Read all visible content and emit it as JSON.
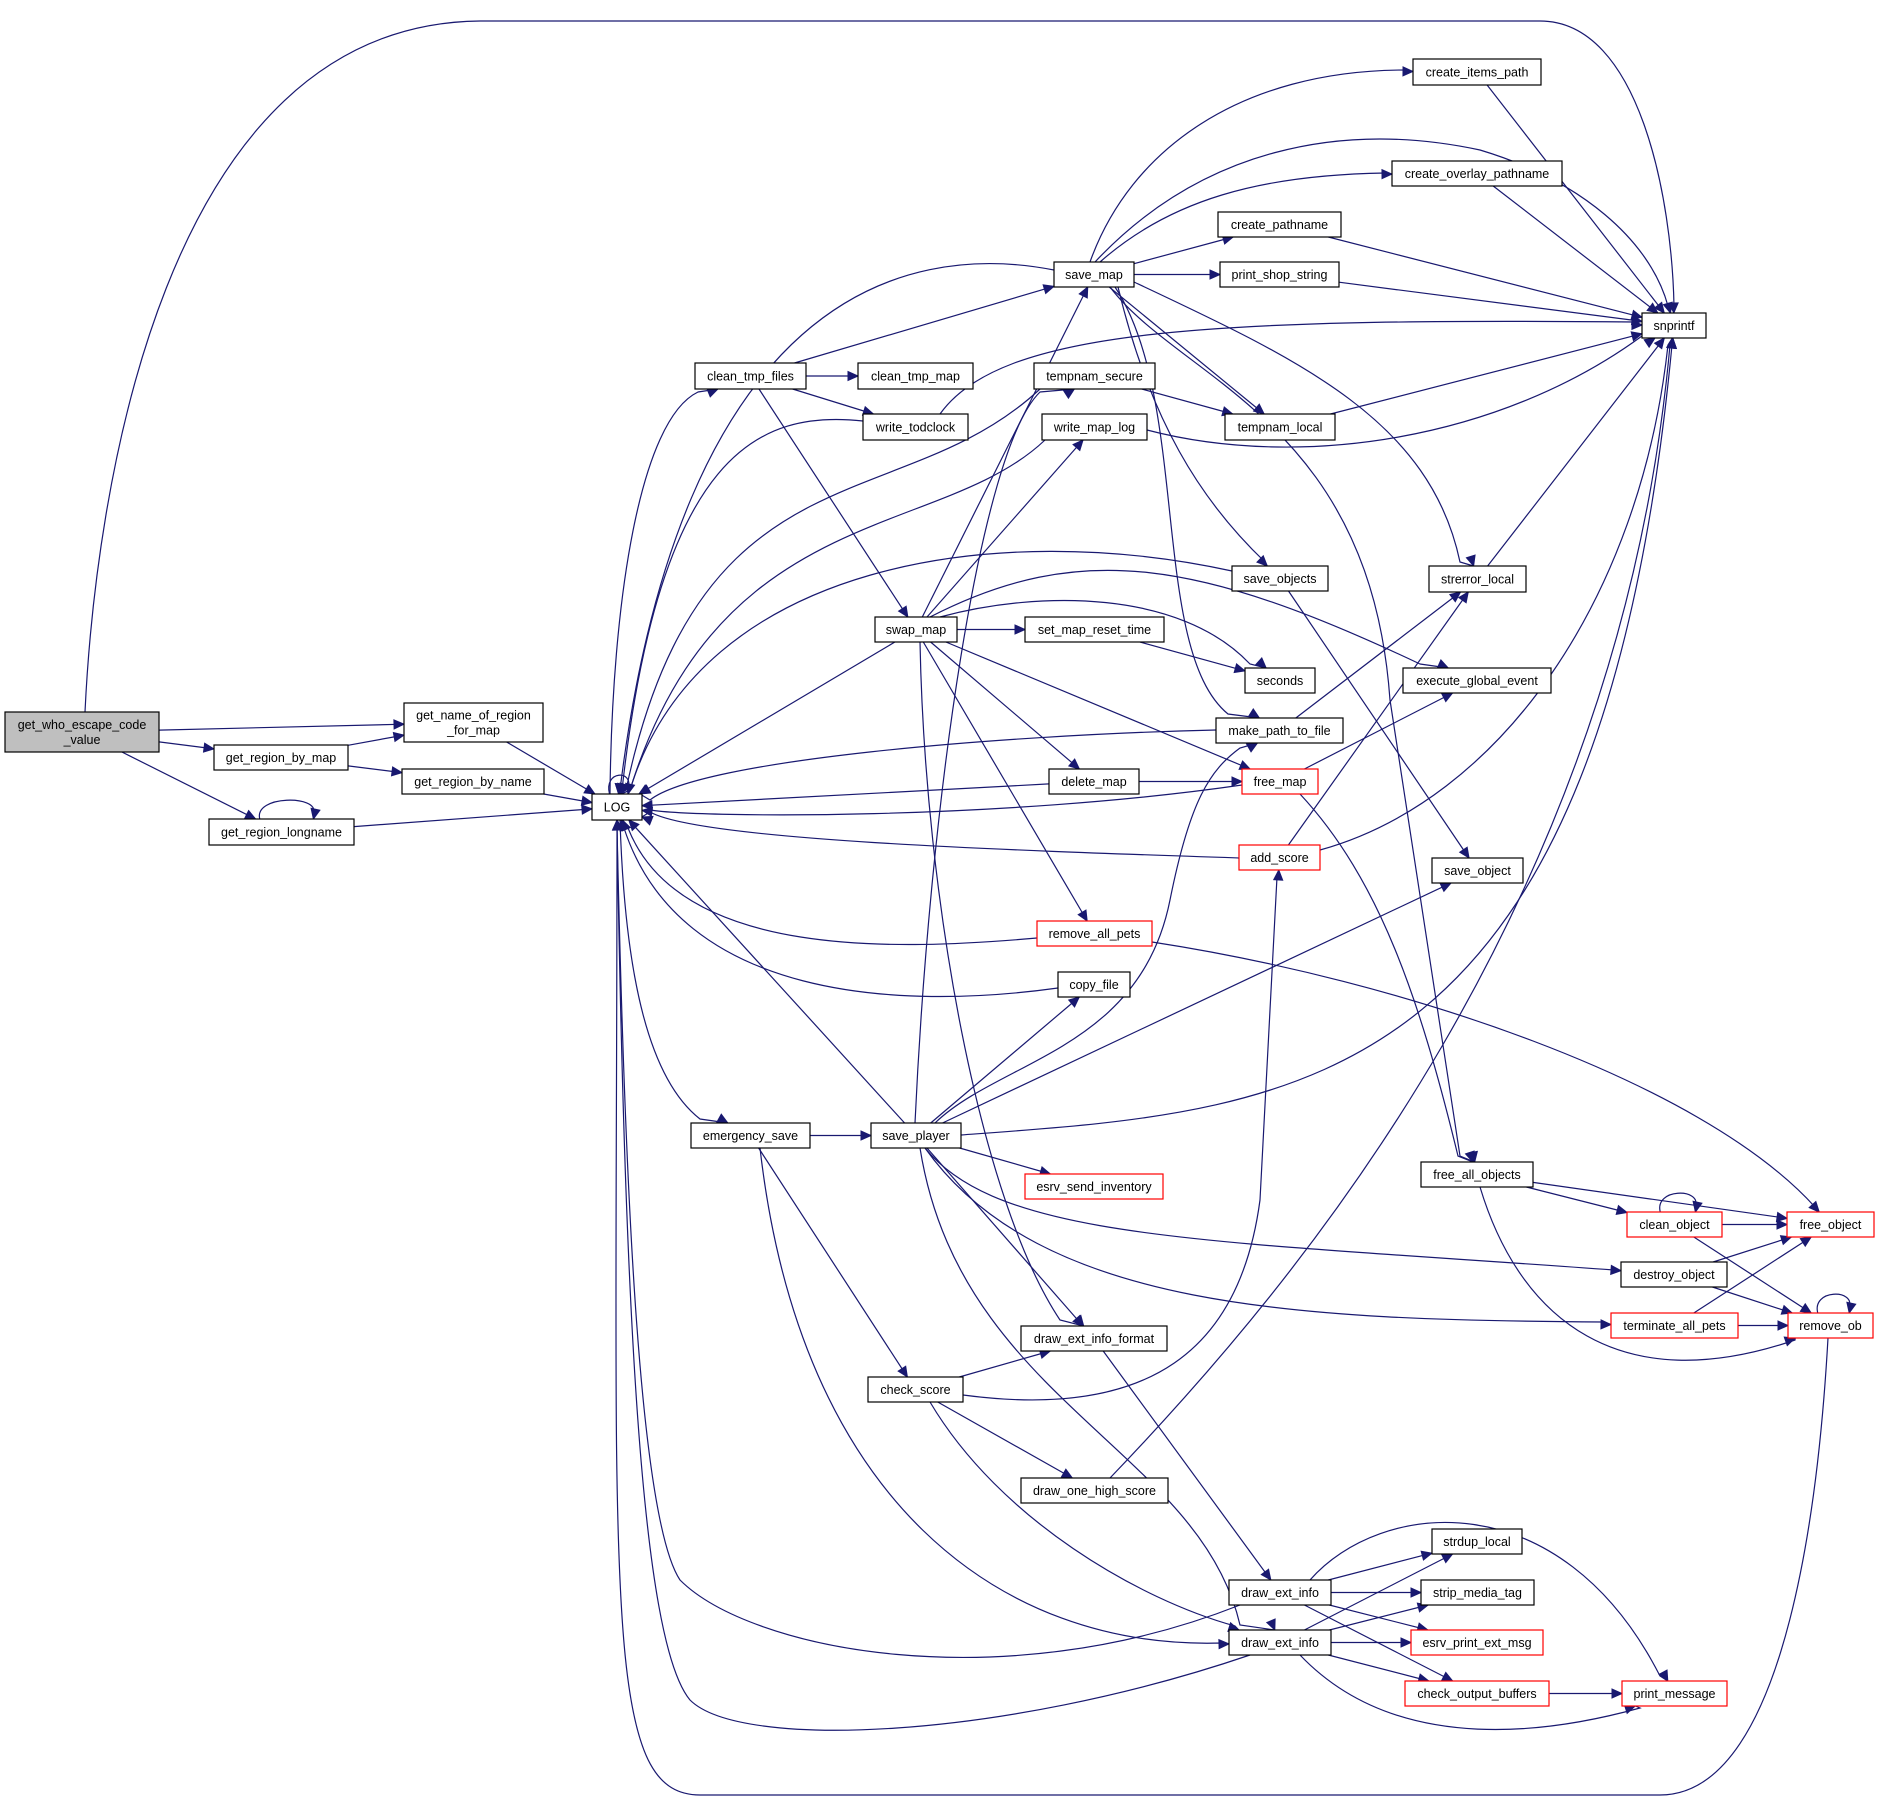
{
  "diagram": {
    "type": "call-graph",
    "root": "get_who_escape_code_value",
    "colors": {
      "edge": "#191970",
      "node_border": "#000000",
      "node_border_truncated": "#ff0000",
      "root_fill": "#bfbfbf",
      "node_fill": "#ffffff"
    },
    "nodes": [
      {
        "id": "get_who_escape_code_value",
        "lines": [
          "get_who_escape_code",
          "_value"
        ],
        "style": "root"
      },
      {
        "id": "get_name_of_region_for_map",
        "lines": [
          "get_name_of_region",
          "_for_map"
        ],
        "style": "normal"
      },
      {
        "id": "get_region_by_map",
        "lines": [
          "get_region_by_map"
        ],
        "style": "normal"
      },
      {
        "id": "get_region_by_name",
        "lines": [
          "get_region_by_name"
        ],
        "style": "normal"
      },
      {
        "id": "get_region_longname",
        "lines": [
          "get_region_longname"
        ],
        "style": "normal"
      },
      {
        "id": "LOG",
        "lines": [
          "LOG"
        ],
        "style": "normal"
      },
      {
        "id": "clean_tmp_files",
        "lines": [
          "clean_tmp_files"
        ],
        "style": "normal"
      },
      {
        "id": "clean_tmp_map",
        "lines": [
          "clean_tmp_map"
        ],
        "style": "normal"
      },
      {
        "id": "write_todclock",
        "lines": [
          "write_todclock"
        ],
        "style": "normal"
      },
      {
        "id": "save_map",
        "lines": [
          "save_map"
        ],
        "style": "normal"
      },
      {
        "id": "tempnam_secure",
        "lines": [
          "tempnam_secure"
        ],
        "style": "normal"
      },
      {
        "id": "write_map_log",
        "lines": [
          "write_map_log"
        ],
        "style": "normal"
      },
      {
        "id": "swap_map",
        "lines": [
          "swap_map"
        ],
        "style": "normal"
      },
      {
        "id": "set_map_reset_time",
        "lines": [
          "set_map_reset_time"
        ],
        "style": "normal"
      },
      {
        "id": "delete_map",
        "lines": [
          "delete_map"
        ],
        "style": "normal"
      },
      {
        "id": "remove_all_pets",
        "lines": [
          "remove_all_pets"
        ],
        "style": "truncated"
      },
      {
        "id": "copy_file",
        "lines": [
          "copy_file"
        ],
        "style": "normal"
      },
      {
        "id": "emergency_save",
        "lines": [
          "emergency_save"
        ],
        "style": "normal"
      },
      {
        "id": "save_player",
        "lines": [
          "save_player"
        ],
        "style": "normal"
      },
      {
        "id": "esrv_send_inventory",
        "lines": [
          "esrv_send_inventory"
        ],
        "style": "truncated"
      },
      {
        "id": "draw_ext_info_format",
        "lines": [
          "draw_ext_info_format"
        ],
        "style": "normal"
      },
      {
        "id": "check_score",
        "lines": [
          "check_score"
        ],
        "style": "normal"
      },
      {
        "id": "draw_one_high_score",
        "lines": [
          "draw_one_high_score"
        ],
        "style": "normal"
      },
      {
        "id": "create_items_path",
        "lines": [
          "create_items_path"
        ],
        "style": "normal"
      },
      {
        "id": "create_overlay_pathname",
        "lines": [
          "create_overlay_pathname"
        ],
        "style": "normal"
      },
      {
        "id": "create_pathname",
        "lines": [
          "create_pathname"
        ],
        "style": "normal"
      },
      {
        "id": "print_shop_string",
        "lines": [
          "print_shop_string"
        ],
        "style": "normal"
      },
      {
        "id": "tempnam_local",
        "lines": [
          "tempnam_local"
        ],
        "style": "normal"
      },
      {
        "id": "save_objects",
        "lines": [
          "save_objects"
        ],
        "style": "normal"
      },
      {
        "id": "seconds",
        "lines": [
          "seconds"
        ],
        "style": "normal"
      },
      {
        "id": "make_path_to_file",
        "lines": [
          "make_path_to_file"
        ],
        "style": "normal"
      },
      {
        "id": "free_map",
        "lines": [
          "free_map"
        ],
        "style": "truncated"
      },
      {
        "id": "add_score",
        "lines": [
          "add_score"
        ],
        "style": "truncated"
      },
      {
        "id": "draw_ext_info_a",
        "lines": [
          "draw_ext_info"
        ],
        "style": "normal"
      },
      {
        "id": "draw_ext_info_b",
        "lines": [
          "draw_ext_info"
        ],
        "style": "normal"
      },
      {
        "id": "snprintf",
        "lines": [
          "snprintf"
        ],
        "style": "normal"
      },
      {
        "id": "strerror_local",
        "lines": [
          "strerror_local"
        ],
        "style": "normal"
      },
      {
        "id": "execute_global_event",
        "lines": [
          "execute_global_event"
        ],
        "style": "normal"
      },
      {
        "id": "save_object",
        "lines": [
          "save_object"
        ],
        "style": "normal"
      },
      {
        "id": "free_all_objects",
        "lines": [
          "free_all_objects"
        ],
        "style": "normal"
      },
      {
        "id": "strdup_local",
        "lines": [
          "strdup_local"
        ],
        "style": "normal"
      },
      {
        "id": "strip_media_tag",
        "lines": [
          "strip_media_tag"
        ],
        "style": "normal"
      },
      {
        "id": "esrv_print_ext_msg",
        "lines": [
          "esrv_print_ext_msg"
        ],
        "style": "truncated"
      },
      {
        "id": "check_output_buffers",
        "lines": [
          "check_output_buffers"
        ],
        "style": "truncated"
      },
      {
        "id": "clean_object",
        "lines": [
          "clean_object"
        ],
        "style": "truncated"
      },
      {
        "id": "destroy_object",
        "lines": [
          "destroy_object"
        ],
        "style": "normal"
      },
      {
        "id": "terminate_all_pets",
        "lines": [
          "terminate_all_pets"
        ],
        "style": "truncated"
      },
      {
        "id": "free_object",
        "lines": [
          "free_object"
        ],
        "style": "truncated"
      },
      {
        "id": "remove_ob",
        "lines": [
          "remove_ob"
        ],
        "style": "truncated"
      },
      {
        "id": "print_message",
        "lines": [
          "print_message"
        ],
        "style": "truncated"
      }
    ],
    "edges": [
      {
        "from": "get_who_escape_code_value",
        "to": "snprintf"
      },
      {
        "from": "get_who_escape_code_value",
        "to": "get_name_of_region_for_map"
      },
      {
        "from": "get_who_escape_code_value",
        "to": "get_region_by_map"
      },
      {
        "from": "get_who_escape_code_value",
        "to": "get_region_longname"
      },
      {
        "from": "get_region_by_map",
        "to": "get_name_of_region_for_map"
      },
      {
        "from": "get_region_by_map",
        "to": "get_region_by_name"
      },
      {
        "from": "get_name_of_region_for_map",
        "to": "LOG"
      },
      {
        "from": "get_region_by_name",
        "to": "LOG"
      },
      {
        "from": "get_region_longname",
        "to": "LOG"
      },
      {
        "from": "get_region_longname",
        "to": "get_region_longname"
      },
      {
        "from": "LOG",
        "to": "LOG"
      },
      {
        "from": "LOG",
        "to": "clean_tmp_files"
      },
      {
        "from": "LOG",
        "to": "emergency_save"
      },
      {
        "from": "clean_tmp_files",
        "to": "save_map"
      },
      {
        "from": "clean_tmp_files",
        "to": "clean_tmp_map"
      },
      {
        "from": "clean_tmp_files",
        "to": "write_todclock"
      },
      {
        "from": "clean_tmp_files",
        "to": "swap_map"
      },
      {
        "from": "save_map",
        "to": "LOG"
      },
      {
        "from": "save_map",
        "to": "create_items_path"
      },
      {
        "from": "save_map",
        "to": "snprintf"
      },
      {
        "from": "save_map",
        "to": "create_overlay_pathname"
      },
      {
        "from": "save_map",
        "to": "create_pathname"
      },
      {
        "from": "save_map",
        "to": "print_shop_string"
      },
      {
        "from": "save_map",
        "to": "tempnam_local"
      },
      {
        "from": "save_map",
        "to": "strerror_local"
      },
      {
        "from": "save_map",
        "to": "save_objects"
      },
      {
        "from": "save_map",
        "to": "make_path_to_file"
      },
      {
        "from": "save_map",
        "to": "free_all_objects"
      },
      {
        "from": "write_todclock",
        "to": "LOG"
      },
      {
        "from": "write_todclock",
        "to": "snprintf"
      },
      {
        "from": "tempnam_secure",
        "to": "LOG"
      },
      {
        "from": "tempnam_secure",
        "to": "tempnam_local"
      },
      {
        "from": "write_map_log",
        "to": "LOG"
      },
      {
        "from": "write_map_log",
        "to": "snprintf"
      },
      {
        "from": "swap_map",
        "to": "LOG"
      },
      {
        "from": "swap_map",
        "to": "save_map"
      },
      {
        "from": "swap_map",
        "to": "write_map_log"
      },
      {
        "from": "swap_map",
        "to": "set_map_reset_time"
      },
      {
        "from": "swap_map",
        "to": "seconds"
      },
      {
        "from": "swap_map",
        "to": "execute_global_event"
      },
      {
        "from": "swap_map",
        "to": "delete_map"
      },
      {
        "from": "swap_map",
        "to": "free_map"
      },
      {
        "from": "swap_map",
        "to": "remove_all_pets"
      },
      {
        "from": "swap_map",
        "to": "draw_ext_info_format"
      },
      {
        "from": "set_map_reset_time",
        "to": "seconds"
      },
      {
        "from": "save_objects",
        "to": "LOG"
      },
      {
        "from": "save_objects",
        "to": "save_object"
      },
      {
        "from": "make_path_to_file",
        "to": "LOG"
      },
      {
        "from": "make_path_to_file",
        "to": "strerror_local"
      },
      {
        "from": "delete_map",
        "to": "LOG"
      },
      {
        "from": "delete_map",
        "to": "free_map"
      },
      {
        "from": "free_map",
        "to": "LOG"
      },
      {
        "from": "free_map",
        "to": "execute_global_event"
      },
      {
        "from": "free_map",
        "to": "free_all_objects"
      },
      {
        "from": "add_score",
        "to": "LOG"
      },
      {
        "from": "add_score",
        "to": "strerror_local"
      },
      {
        "from": "add_score",
        "to": "snprintf"
      },
      {
        "from": "remove_all_pets",
        "to": "LOG"
      },
      {
        "from": "remove_all_pets",
        "to": "free_object"
      },
      {
        "from": "copy_file",
        "to": "LOG"
      },
      {
        "from": "emergency_save",
        "to": "save_player"
      },
      {
        "from": "emergency_save",
        "to": "check_score"
      },
      {
        "from": "emergency_save",
        "to": "draw_ext_info_b"
      },
      {
        "from": "save_player",
        "to": "LOG"
      },
      {
        "from": "save_player",
        "to": "tempnam_secure"
      },
      {
        "from": "save_player",
        "to": "copy_file"
      },
      {
        "from": "save_player",
        "to": "make_path_to_file"
      },
      {
        "from": "save_player",
        "to": "save_object"
      },
      {
        "from": "save_player",
        "to": "snprintf"
      },
      {
        "from": "save_player",
        "to": "esrv_send_inventory"
      },
      {
        "from": "save_player",
        "to": "destroy_object"
      },
      {
        "from": "save_player",
        "to": "terminate_all_pets"
      },
      {
        "from": "save_player",
        "to": "draw_ext_info_format"
      },
      {
        "from": "save_player",
        "to": "draw_ext_info_b"
      },
      {
        "from": "check_score",
        "to": "draw_ext_info_format"
      },
      {
        "from": "check_score",
        "to": "add_score"
      },
      {
        "from": "check_score",
        "to": "draw_one_high_score"
      },
      {
        "from": "check_score",
        "to": "draw_ext_info_b"
      },
      {
        "from": "draw_one_high_score",
        "to": "snprintf"
      },
      {
        "from": "draw_ext_info_format",
        "to": "draw_ext_info_a"
      },
      {
        "from": "draw_ext_info_a",
        "to": "LOG"
      },
      {
        "from": "draw_ext_info_a",
        "to": "strdup_local"
      },
      {
        "from": "draw_ext_info_a",
        "to": "strip_media_tag"
      },
      {
        "from": "draw_ext_info_a",
        "to": "esrv_print_ext_msg"
      },
      {
        "from": "draw_ext_info_a",
        "to": "check_output_buffers"
      },
      {
        "from": "draw_ext_info_a",
        "to": "print_message"
      },
      {
        "from": "draw_ext_info_b",
        "to": "LOG"
      },
      {
        "from": "draw_ext_info_b",
        "to": "strdup_local"
      },
      {
        "from": "draw_ext_info_b",
        "to": "strip_media_tag"
      },
      {
        "from": "draw_ext_info_b",
        "to": "esrv_print_ext_msg"
      },
      {
        "from": "draw_ext_info_b",
        "to": "check_output_buffers"
      },
      {
        "from": "draw_ext_info_b",
        "to": "print_message"
      },
      {
        "from": "strerror_local",
        "to": "snprintf"
      },
      {
        "from": "create_items_path",
        "to": "snprintf"
      },
      {
        "from": "create_overlay_pathname",
        "to": "snprintf"
      },
      {
        "from": "create_pathname",
        "to": "snprintf"
      },
      {
        "from": "print_shop_string",
        "to": "snprintf"
      },
      {
        "from": "tempnam_local",
        "to": "snprintf"
      },
      {
        "from": "free_all_objects",
        "to": "free_object"
      },
      {
        "from": "free_all_objects",
        "to": "clean_object"
      },
      {
        "from": "free_all_objects",
        "to": "remove_ob"
      },
      {
        "from": "clean_object",
        "to": "clean_object"
      },
      {
        "from": "clean_object",
        "to": "free_object"
      },
      {
        "from": "clean_object",
        "to": "remove_ob"
      },
      {
        "from": "destroy_object",
        "to": "free_object"
      },
      {
        "from": "destroy_object",
        "to": "remove_ob"
      },
      {
        "from": "terminate_all_pets",
        "to": "free_object"
      },
      {
        "from": "terminate_all_pets",
        "to": "remove_ob"
      },
      {
        "from": "remove_ob",
        "to": "remove_ob"
      },
      {
        "from": "remove_ob",
        "to": "LOG"
      },
      {
        "from": "check_output_buffers",
        "to": "print_message"
      }
    ]
  }
}
